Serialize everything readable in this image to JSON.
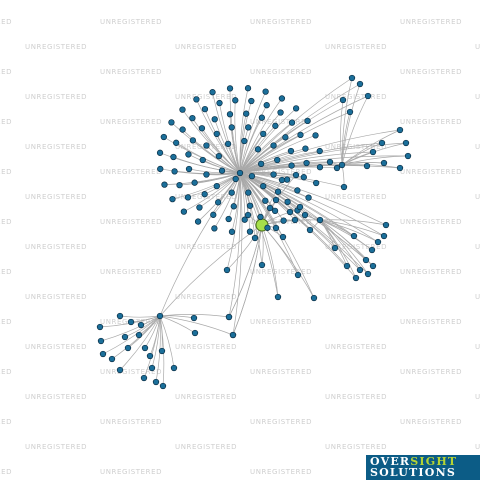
{
  "watermark": {
    "text": "UNREGISTERED",
    "color": "#cfcfcf"
  },
  "logo": {
    "part1": "OVER",
    "part2": "SIGHT",
    "line2": "SOLUTIONS",
    "bg": "#0c5c86",
    "accent": "#b5d334"
  },
  "colors": {
    "edge": "#a9a9a9",
    "node_fill": "#1b6f9a",
    "node_stroke": "#0b2e44",
    "focus_fill": "#a6e04a",
    "focus_stroke": "#4a6e1a"
  }
}
